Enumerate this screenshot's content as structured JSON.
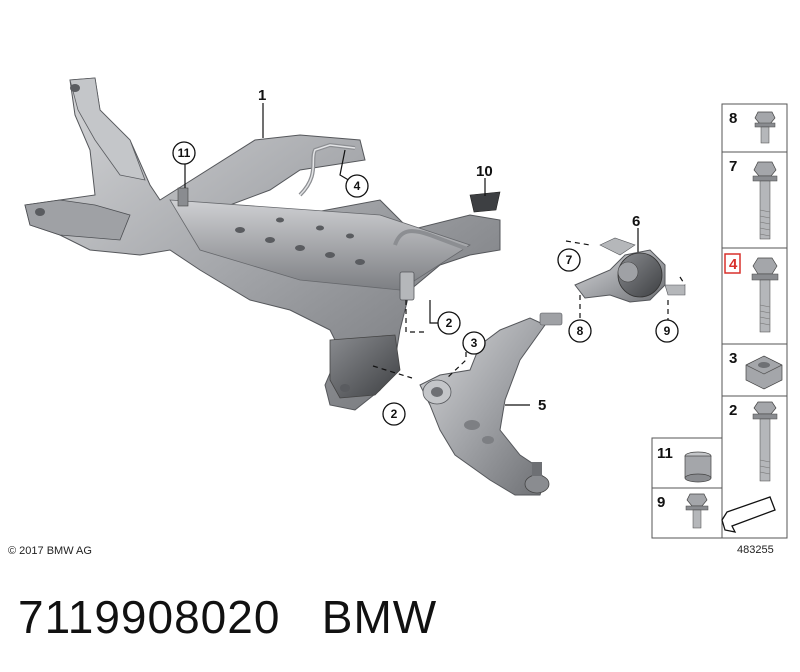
{
  "callouts": {
    "c1": "1",
    "c2a": "2",
    "c2b": "2",
    "c3": "3",
    "c4": "4",
    "c5": "5",
    "c6": "6",
    "c7": "7",
    "c8": "8",
    "c9": "9",
    "c10": "10",
    "c11": "11"
  },
  "panel": {
    "p8": "8",
    "p7": "7",
    "p4": "4",
    "p3": "3",
    "p2": "2",
    "p11": "11",
    "p9": "9",
    "highlighted_item": "4",
    "highlight_color": "#d9302c"
  },
  "copyright": "© 2017 BMW AG",
  "diagram_id": "483255",
  "part_number": "7119908020",
  "brand": "BMW"
}
